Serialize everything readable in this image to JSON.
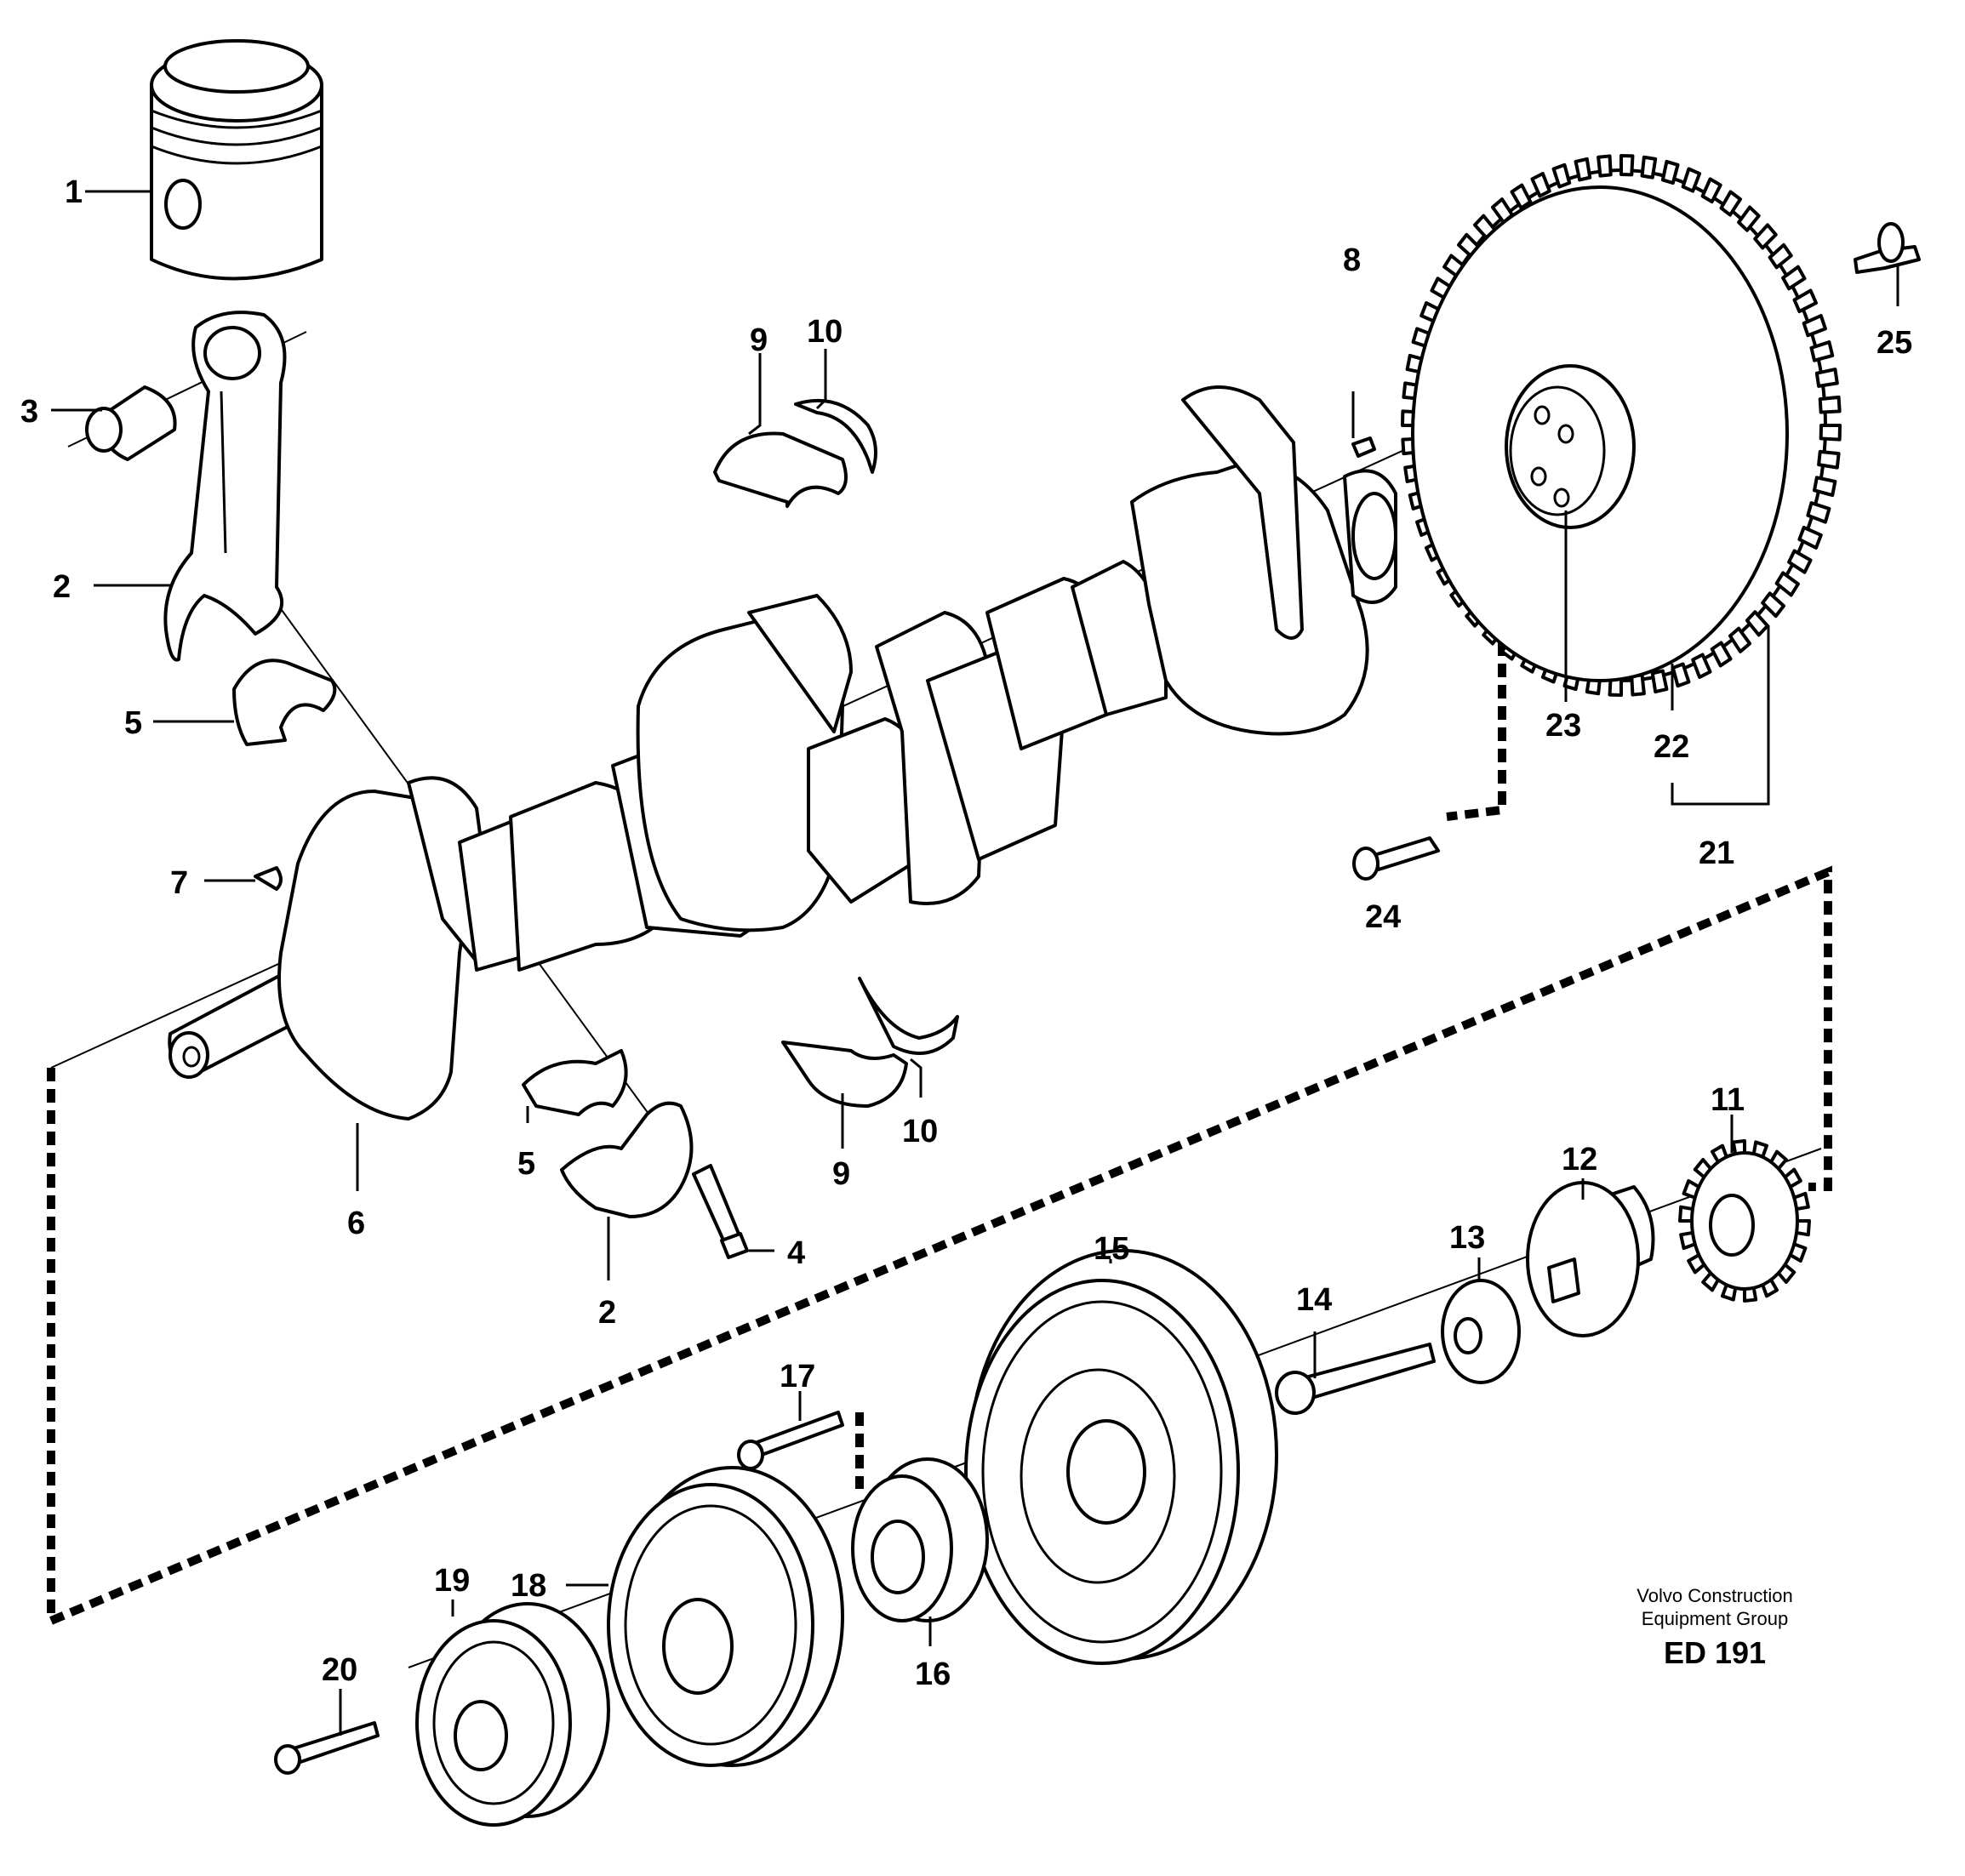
{
  "callouts": {
    "c1": "1",
    "c2a": "2",
    "c2b": "2",
    "c3": "3",
    "c4": "4",
    "c5a": "5",
    "c5b": "5",
    "c6": "6",
    "c7": "7",
    "c8": "8",
    "c9a": "9",
    "c9b": "9",
    "c10a": "10",
    "c10b": "10",
    "c11": "11",
    "c12": "12",
    "c13": "13",
    "c14": "14",
    "c15": "15",
    "c16": "16",
    "c17": "17",
    "c18": "18",
    "c19": "19",
    "c20": "20",
    "c21": "21",
    "c22": "22",
    "c23": "23",
    "c24": "24",
    "c25": "25"
  },
  "branding": {
    "line1": "Volvo Construction",
    "line2": "Equipment Group",
    "code": "ED 191"
  }
}
